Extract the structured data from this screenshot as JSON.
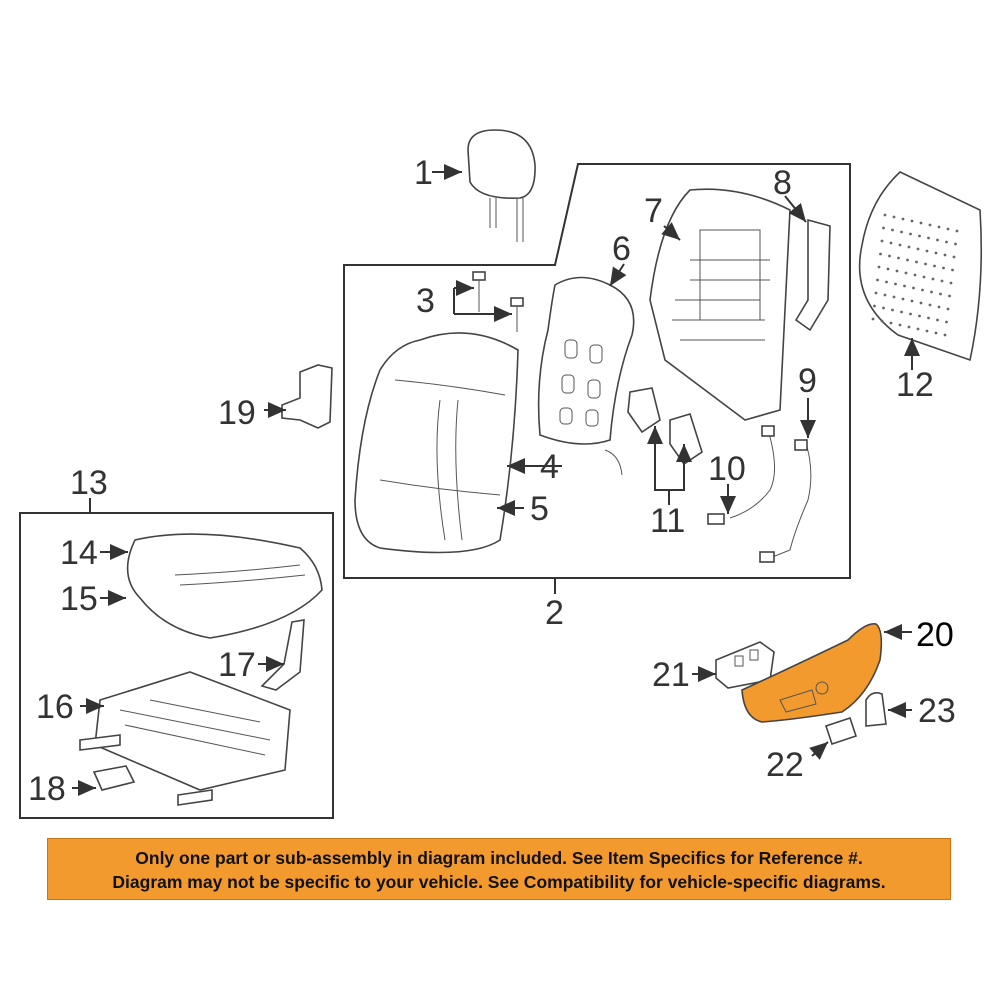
{
  "callouts": {
    "c1": "1",
    "c2": "2",
    "c3": "3",
    "c4": "4",
    "c5": "5",
    "c6": "6",
    "c7": "7",
    "c8": "8",
    "c9": "9",
    "c10": "10",
    "c11": "11",
    "c12": "12",
    "c13": "13",
    "c14": "14",
    "c15": "15",
    "c16": "16",
    "c17": "17",
    "c18": "18",
    "c19": "19",
    "c20": "20",
    "c21": "21",
    "c22": "22",
    "c23": "23"
  },
  "highlight_color": "#f39a2e",
  "disclaimer": {
    "line1": "Only one part or sub-assembly in diagram included. See Item Specifics for Reference #.",
    "line2": "Diagram may not be specific to your vehicle. See Compatibility for vehicle-specific diagrams."
  }
}
